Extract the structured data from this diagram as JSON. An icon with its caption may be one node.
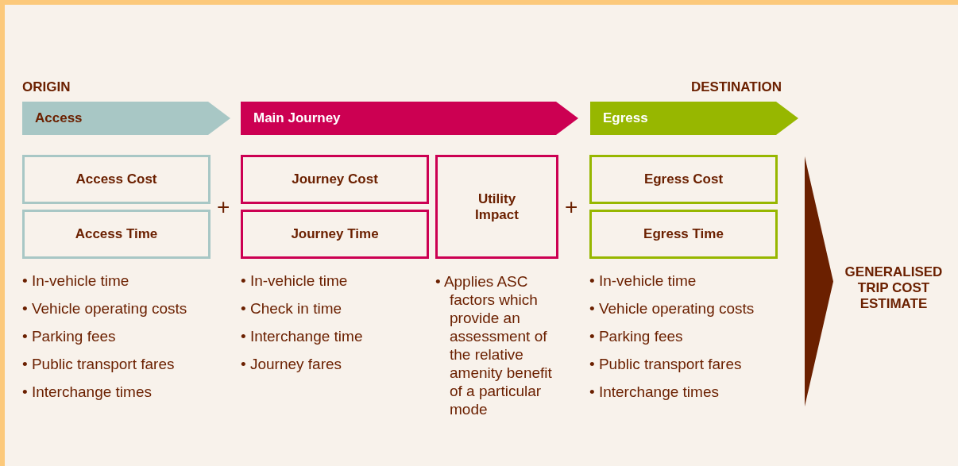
{
  "diagram": {
    "nodes": [
      {
        "text": [
          "Access"
        ]
      },
      {
        "text": [
          "Main Journey"
        ]
      },
      {
        "text": [
          "Egress"
        ]
      },
      {
        "text": [
          "Access Cost"
        ]
      },
      {
        "text": [
          "Access Time"
        ]
      },
      {
        "text": [
          "Journey Cost"
        ]
      },
      {
        "text": [
          "Journey Time"
        ]
      },
      {
        "text": [
          "Utility Impact"
        ]
      },
      {
        "text": [
          "Egress Cost"
        ]
      },
      {
        "text": [
          "Egress Time"
        ]
      },
      {
        "text": [],
        "shape": "triangle",
        "beside": [
          "GENERALISED TRIP COST ESTIMATE"
        ]
      }
    ],
    "edges": [],
    "labels": [
      "ORIGIN",
      "DESTINATION",
      "+",
      "+",
      "• In-vehicle time",
      "• Vehicle operating costs",
      "• Parking fees",
      "• Public transport fares",
      "• Interchange times",
      "• In-vehicle time",
      "• Check in time",
      "• Interchange time",
      "• Journey fares",
      "• Applies ASC factors which provide an assessment of the relative amenity benefit of a particular mode",
      "• In-vehicle time",
      "• Vehicle operating costs",
      "• Parking fees",
      "• Public transport fares",
      "• Interchange times"
    ]
  }
}
